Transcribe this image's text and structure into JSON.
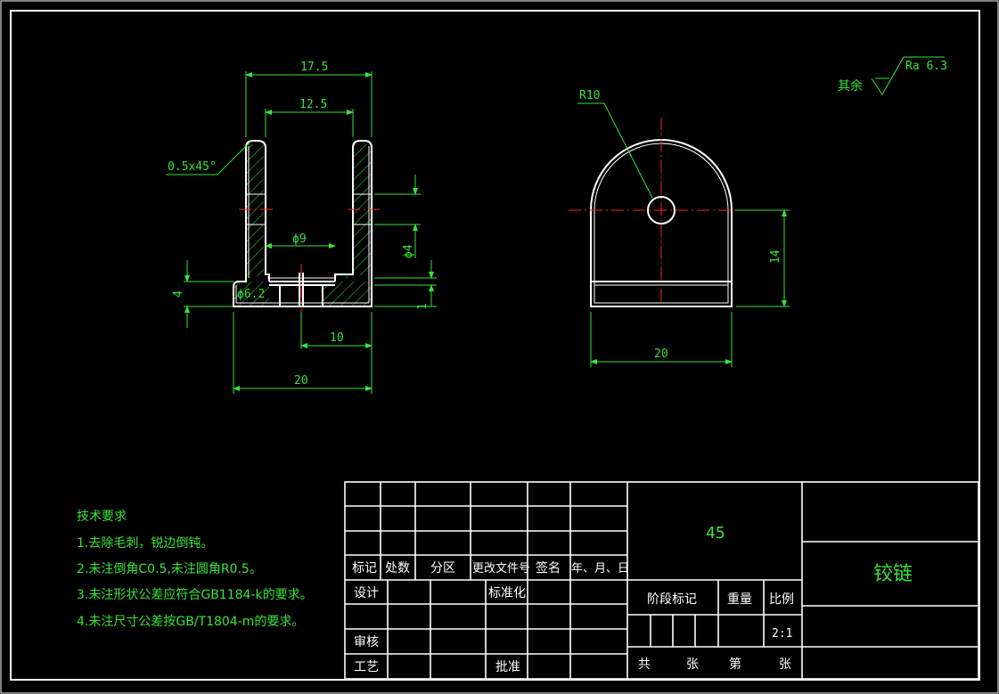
{
  "front_view": {
    "dims": {
      "top_width": "17.5",
      "inner_width": "12.5",
      "chamfer": "0.5x45°",
      "bore": "ϕ9",
      "small_hole": "ϕ4",
      "left_height": "4",
      "counterbore": "ϕ6.2",
      "offset_10": "10",
      "bottom_width": "20",
      "step_1": "1"
    }
  },
  "side_view": {
    "dims": {
      "radius": "R10",
      "height": "14",
      "width": "20"
    }
  },
  "surface_finish": {
    "label": "其余",
    "value": "Ra 6.3"
  },
  "tech_notes": {
    "title": "技术要求",
    "items": [
      "1.去除毛刺，锐边倒钝。",
      "2.未注倒角C0.5,未注圆角R0.5。",
      "3.未注形状公差应符合GB1184-k的要求。",
      "4.未注尺寸公差按GB/T1804-m的要求。"
    ]
  },
  "title_block": {
    "revision_headers": [
      "标记",
      "处数",
      "分区",
      "更改文件号",
      "签名",
      "年、月、日"
    ],
    "roles": {
      "design": "设计",
      "standardize": "标准化",
      "review": "审核",
      "process": "工艺",
      "approve": "批准"
    },
    "material": "45",
    "part_name": "铰链",
    "stage_mark": "阶段标记",
    "weight": "重量",
    "scale_label": "比例",
    "scale_value": "2:1",
    "total": "共",
    "sheet_unit": "张",
    "sheet_no": "第",
    "sheet_unit2": "张"
  }
}
